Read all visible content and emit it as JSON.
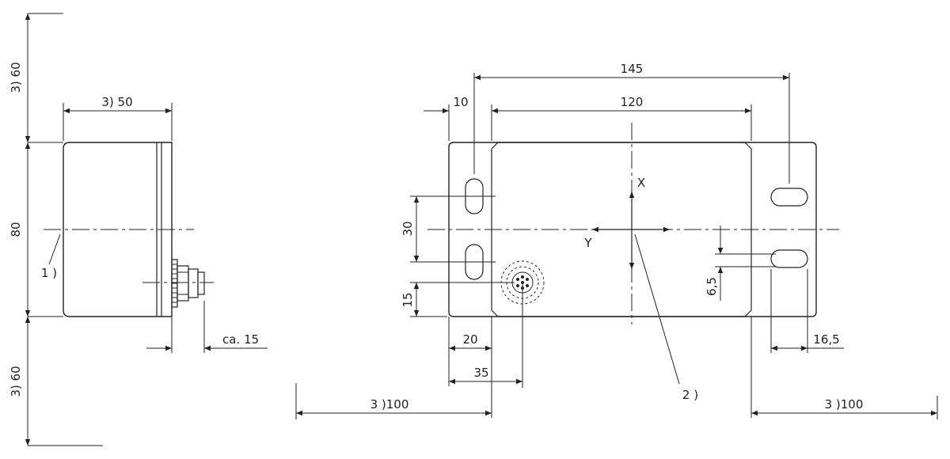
{
  "side_view": {
    "dim_top_clearance": "3) 60",
    "dim_width": "3) 50",
    "dim_height": "80",
    "dim_bottom_clearance": "3) 60",
    "dim_connector": "ca. 15",
    "callout_1": "1 )"
  },
  "front_view": {
    "dim_hole_spacing": "145",
    "dim_offset": "10",
    "dim_face_width": "120",
    "axis_x": "X",
    "axis_y": "Y",
    "dim_slot_spacing": "30",
    "dim_connector_height": "15",
    "dim_slot_width": "6,5",
    "dim_20": "20",
    "dim_35": "35",
    "dim_slot_length": "16,5",
    "callout_2": "2 )",
    "dim_left_clearance": "3 )100",
    "dim_right_clearance": "3 )100"
  }
}
